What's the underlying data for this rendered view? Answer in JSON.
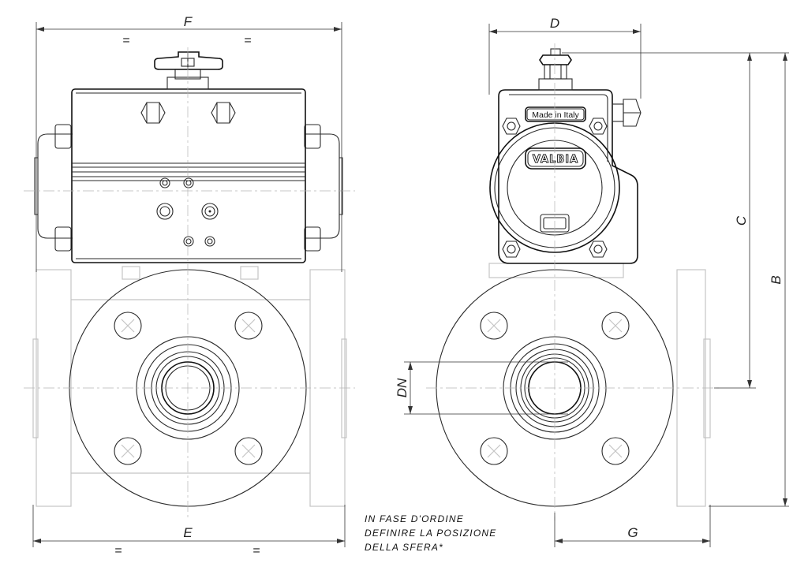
{
  "dimensions": {
    "F": "F",
    "E": "E",
    "D": "D",
    "C": "C",
    "B": "B",
    "G": "G",
    "DN": "DN",
    "equal": "="
  },
  "actuator": {
    "plate_text": "Made in Italy",
    "brand_text": "VALBIA"
  },
  "note": {
    "line1": "IN FASE D'ORDINE",
    "line2": "DEFINIRE LA POSIZIONE",
    "line3": "DELLA SFERA*"
  }
}
